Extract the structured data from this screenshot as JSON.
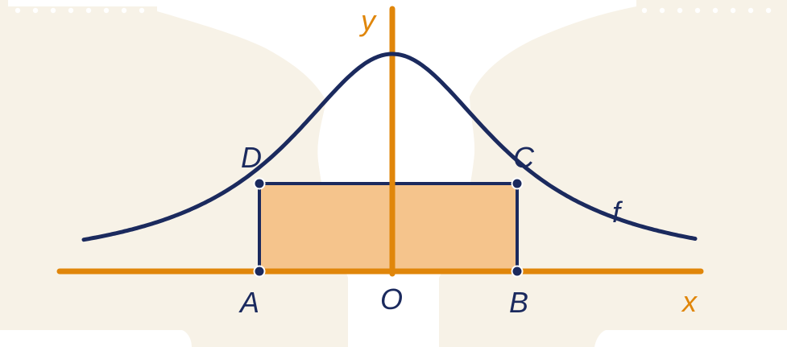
{
  "colors": {
    "background": "#ffffff",
    "backdrop": "#f7f2e7",
    "axis": "#e0860a",
    "curve": "#1b2a5e",
    "rectangle_fill": "#f5c48c",
    "rectangle_stroke": "#1b2a5e",
    "point": "#1b2a5e"
  },
  "labels": {
    "y_axis": "y",
    "x_axis": "x",
    "origin": "O",
    "curve": "f",
    "point_a": "A",
    "point_b": "B",
    "point_c": "C",
    "point_d": "D"
  },
  "figure": {
    "curve": "bell-shaped",
    "rectangle_vertices": [
      "A",
      "B",
      "C",
      "D"
    ]
  }
}
